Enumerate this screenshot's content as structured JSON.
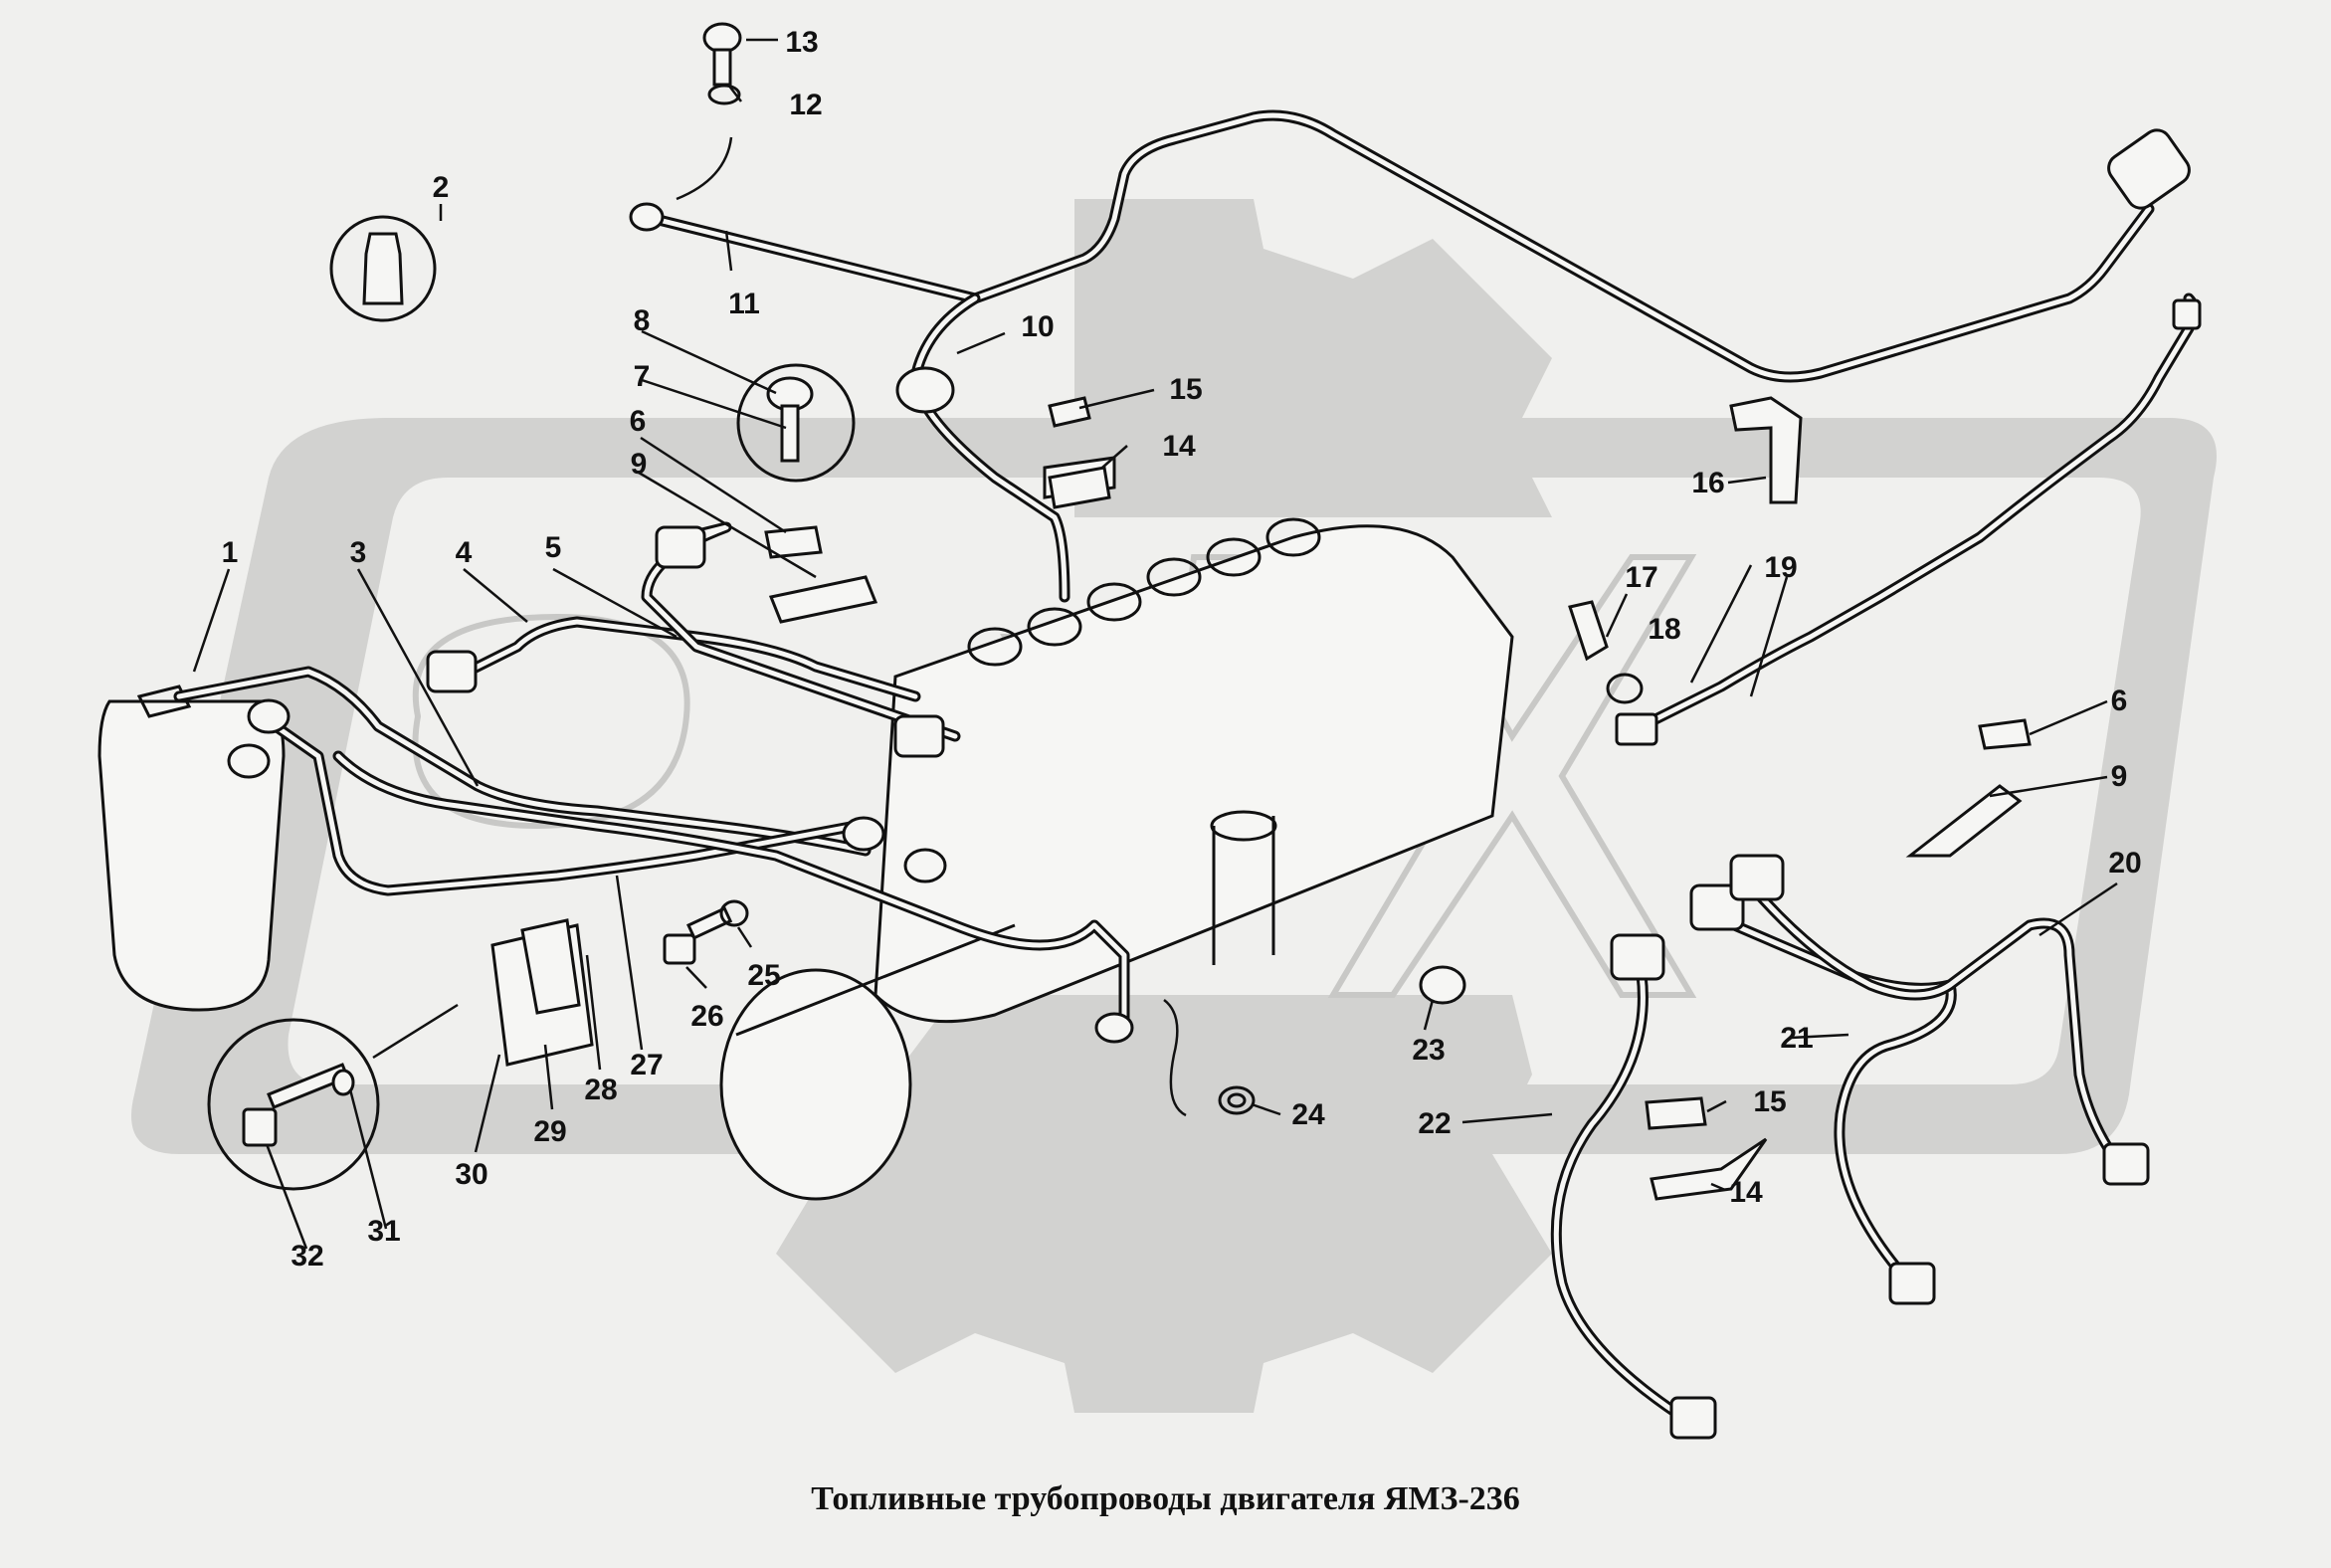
{
  "caption": "Топливные трубопроводы двигателя ЯМЗ-236",
  "colors": {
    "background": "#f0f0ee",
    "watermark": "#d2d2d0",
    "ink": "#111111"
  },
  "callouts": [
    {
      "id": "c1",
      "text": "1"
    },
    {
      "id": "c2",
      "text": "2"
    },
    {
      "id": "c3",
      "text": "3"
    },
    {
      "id": "c4",
      "text": "4"
    },
    {
      "id": "c5",
      "text": "5"
    },
    {
      "id": "c6a",
      "text": "6"
    },
    {
      "id": "c6b",
      "text": "6"
    },
    {
      "id": "c7",
      "text": "7"
    },
    {
      "id": "c8",
      "text": "8"
    },
    {
      "id": "c9a",
      "text": "9"
    },
    {
      "id": "c9b",
      "text": "9"
    },
    {
      "id": "c10",
      "text": "10"
    },
    {
      "id": "c11",
      "text": "11"
    },
    {
      "id": "c12",
      "text": "12"
    },
    {
      "id": "c13",
      "text": "13"
    },
    {
      "id": "c14a",
      "text": "14"
    },
    {
      "id": "c14b",
      "text": "14"
    },
    {
      "id": "c15a",
      "text": "15"
    },
    {
      "id": "c15b",
      "text": "15"
    },
    {
      "id": "c16",
      "text": "16"
    },
    {
      "id": "c17",
      "text": "17"
    },
    {
      "id": "c18",
      "text": "18"
    },
    {
      "id": "c19",
      "text": "19"
    },
    {
      "id": "c20",
      "text": "20"
    },
    {
      "id": "c21",
      "text": "21"
    },
    {
      "id": "c22",
      "text": "22"
    },
    {
      "id": "c23",
      "text": "23"
    },
    {
      "id": "c24",
      "text": "24"
    },
    {
      "id": "c25",
      "text": "25"
    },
    {
      "id": "c26",
      "text": "26"
    },
    {
      "id": "c27",
      "text": "27"
    },
    {
      "id": "c28",
      "text": "28"
    },
    {
      "id": "c29",
      "text": "29"
    },
    {
      "id": "c30",
      "text": "30"
    },
    {
      "id": "c31",
      "text": "31"
    },
    {
      "id": "c32",
      "text": "32"
    }
  ]
}
